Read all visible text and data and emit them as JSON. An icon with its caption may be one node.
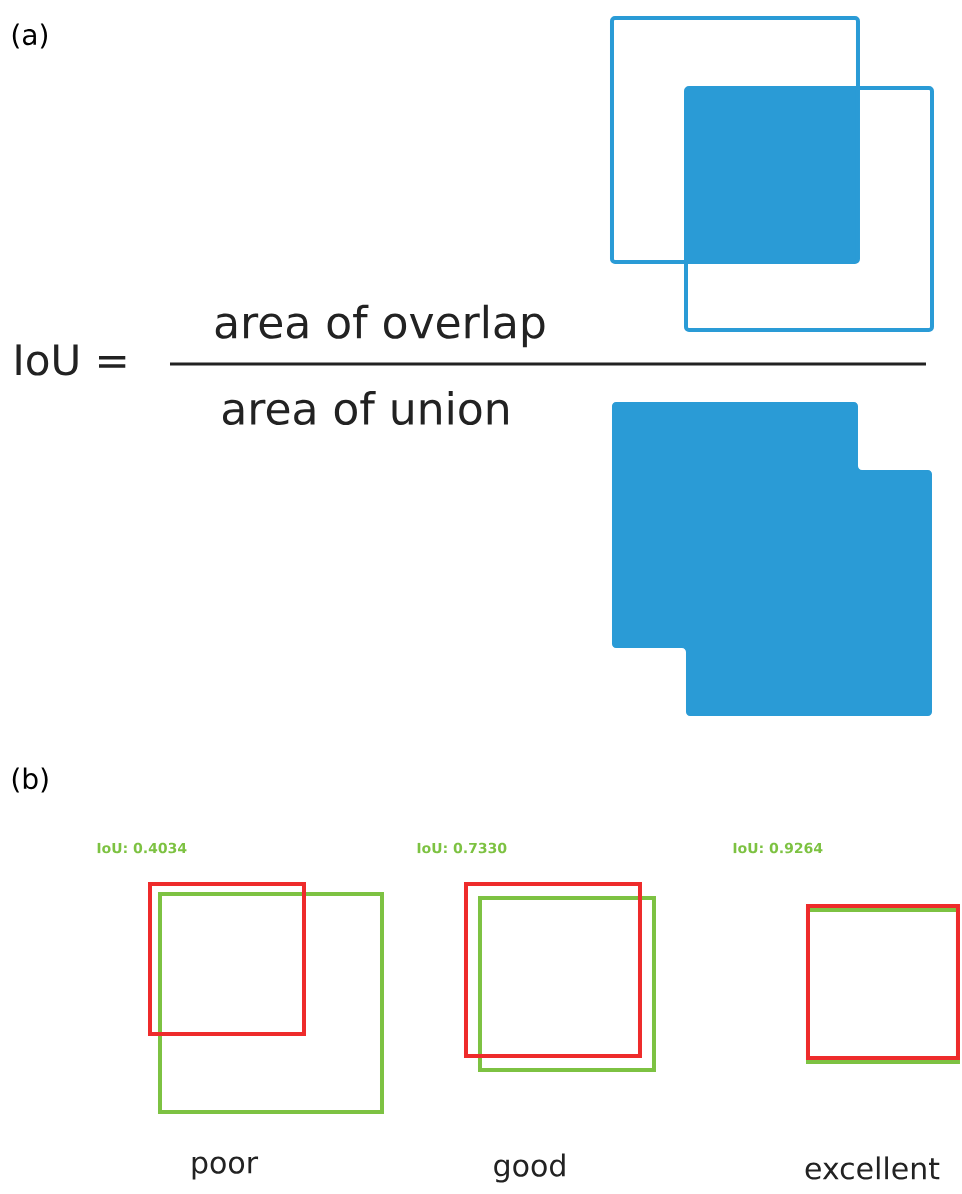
{
  "diagram": {
    "labels": [
      "(a)",
      "IoU =",
      "area of overlap",
      "area of union",
      "(b)",
      "IoU: 0.4034",
      "IoU: 0.7330",
      "IoU: 0.9264",
      "poor",
      "good",
      "excellent"
    ]
  }
}
